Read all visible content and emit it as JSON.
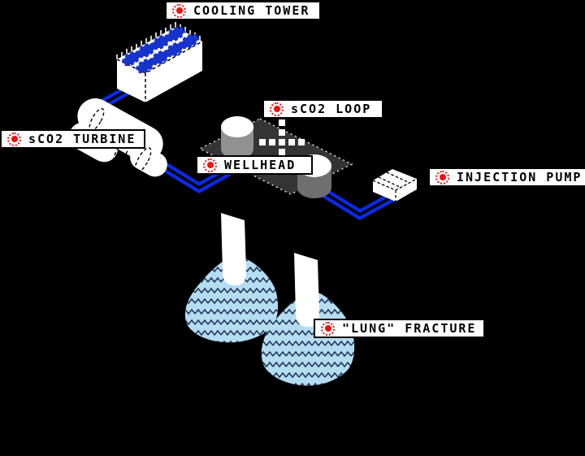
{
  "labels": {
    "cooling_tower": "COOLING TOWER",
    "sco2_loop": "sCO2 LOOP",
    "sco2_turbine": "sCO2 TURBINE",
    "wellhead": "WELLHEAD",
    "injection_pump": "INJECTION PUMP",
    "lung_fracture": "\"LUNG\" FRACTURE"
  },
  "icons": {
    "label_marker": "record-dot-icon"
  },
  "colors": {
    "background": "#000000",
    "pipe_blue": "#0a2ae8",
    "fan_blue": "#1633cc",
    "fracture_fill": "#b5ddf2",
    "fracture_wave": "#1e3256",
    "platform_gray": "#343434",
    "marker_red": "#ee1111",
    "label_background": "#ffffff",
    "label_text": "#000000",
    "structure_white": "#ffffff"
  }
}
